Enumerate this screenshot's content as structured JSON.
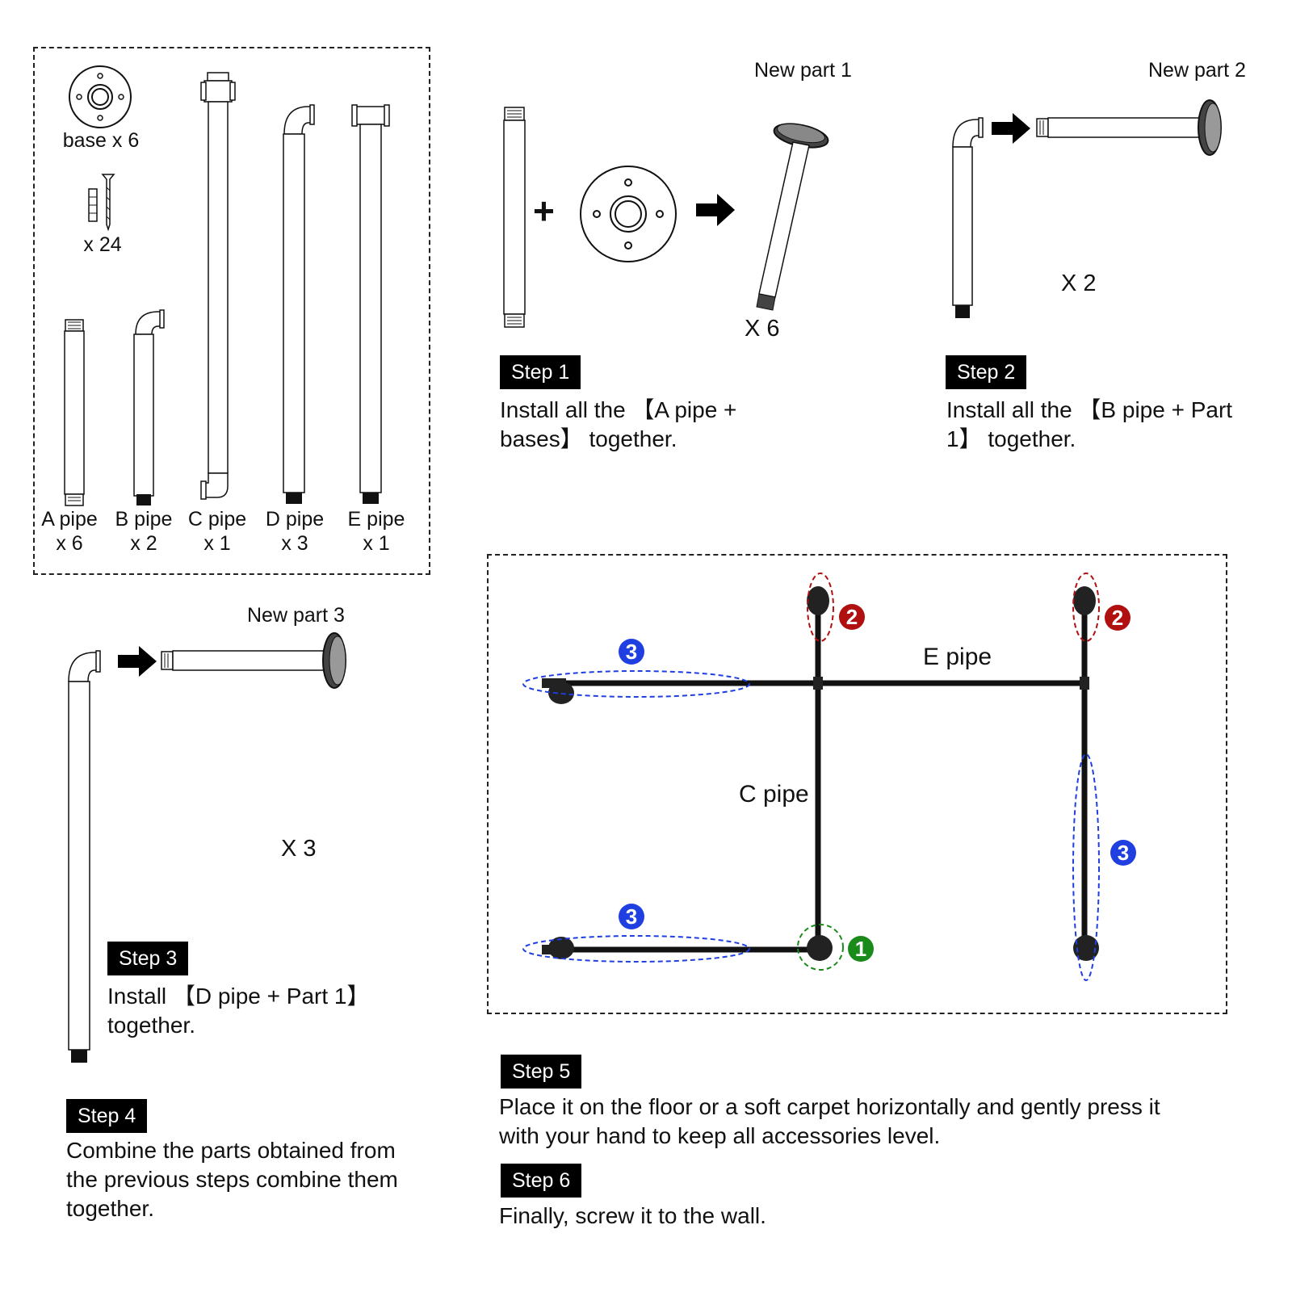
{
  "parts_box": {
    "base": "base x 6",
    "screws": "x 24",
    "pipes": [
      {
        "name": "A pipe",
        "count": "x 6"
      },
      {
        "name": "B pipe",
        "count": "x 2"
      },
      {
        "name": "C pipe",
        "count": "x 1"
      },
      {
        "name": "D pipe",
        "count": "x 3"
      },
      {
        "name": "E pipe",
        "count": "x 1"
      }
    ]
  },
  "step1": {
    "tag": "Step 1",
    "text": "Install all the 【A pipe + bases】 together.",
    "plus": "+",
    "result_label": "New part 1",
    "multiplier": "X 6"
  },
  "step2": {
    "tag": "Step 2",
    "text": "Install all the 【B pipe + Part 1】 together.",
    "result_label": "New part 2",
    "multiplier": "X 2"
  },
  "step3": {
    "tag": "Step 3",
    "text": "Install 【D pipe + Part 1】 together.",
    "result_label": "New part 3",
    "multiplier": "X 3"
  },
  "step4": {
    "tag": "Step 4",
    "text": "Combine the parts obtained from the previous steps combine them together."
  },
  "assembly": {
    "e_pipe_label": "E pipe",
    "c_pipe_label": "C pipe",
    "badges": [
      "1",
      "2",
      "3"
    ],
    "colors": {
      "red": "#b01010",
      "blue": "#1f3fe0",
      "green": "#1a8a1a"
    }
  },
  "step5": {
    "tag": "Step 5",
    "text": "Place it on the floor or a soft carpet horizontally and gently press it with your hand to keep all accessories level."
  },
  "step6": {
    "tag": "Step 6",
    "text": "Finally, screw it to the wall."
  }
}
